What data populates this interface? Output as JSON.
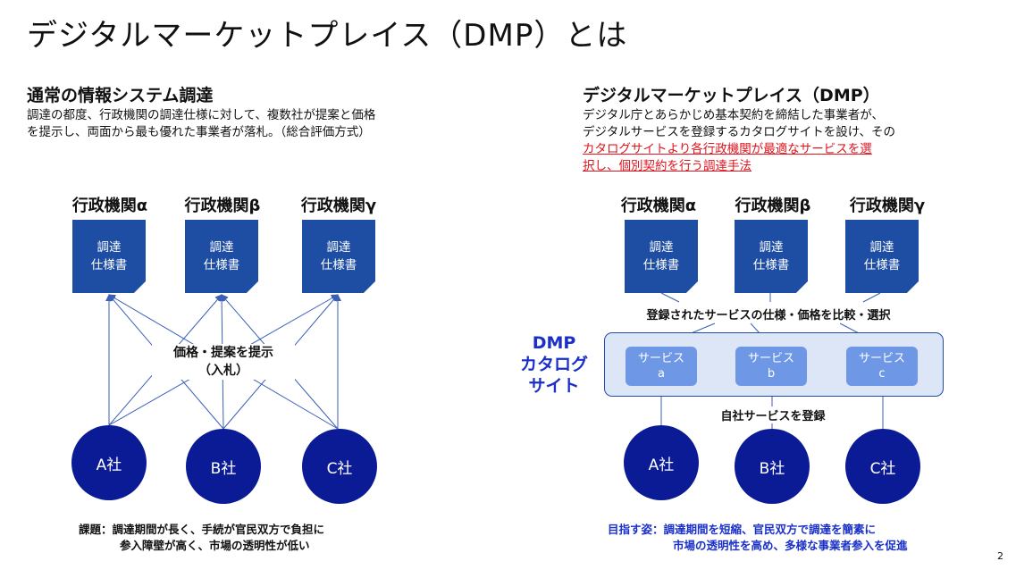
{
  "title": "デジタルマーケットプレイス（DMP）とは",
  "page_number": "2",
  "left": {
    "heading": "通常の情報システム調達",
    "body": [
      "調達の都度、行政機関の調達仕様に対して、複数社が提案と価格",
      "を提示し、両面から最も優れた事業者が落札。（総合評価方式）"
    ],
    "agencies": [
      "行政機関α",
      "行政機関β",
      "行政機関γ"
    ],
    "doc_label": [
      "調達",
      "仕様書"
    ],
    "center_label": [
      "価格・提案を提示",
      "（入札）"
    ],
    "companies": [
      "A社",
      "B社",
      "C社"
    ],
    "note_lines": [
      "課題：調達期間が長く、手続が官民双方で負担に",
      "参入障壁が高く、市場の透明性が低い"
    ]
  },
  "right": {
    "heading": "デジタルマーケットプレイス（DMP）",
    "body_line1": "デジタル庁とあらかじめ基本契約を締結した事業者が、",
    "body_line2": "デジタルサービスを登録するカタログサイトを設け、その",
    "body_line3_plain": "その",
    "body_line3_red": "カタログサイトより各行政機関が最適なサービスを選",
    "body_line4_red": "択し、個別契約を行う調達手法",
    "agencies": [
      "行政機関α",
      "行政機関β",
      "行政機関γ"
    ],
    "doc_label": [
      "調達",
      "仕様書"
    ],
    "compare_label": "登録されたサービスの仕様・価格を比較・選択",
    "catalog_label": [
      "DMP",
      "カタログ",
      "サイト"
    ],
    "services": [
      [
        "サービス",
        "a"
      ],
      [
        "サービス",
        "b"
      ],
      [
        "サービス",
        "c"
      ]
    ],
    "register_label": "自社サービスを登録",
    "companies": [
      "A社",
      "B社",
      "C社"
    ],
    "note_lines": [
      "目指す姿：調達期間を短縮、官民双方で調達を簡素に",
      "市場の透明性を高め、多様な事業者参入を促進"
    ]
  },
  "colors": {
    "doc": "#1e4ea3",
    "company": "#0b1b95",
    "service": "#6e98e6",
    "catalog_bg": "#dde6f6",
    "accent_text": "#1a30c8",
    "emphasis": "#e0141e"
  }
}
